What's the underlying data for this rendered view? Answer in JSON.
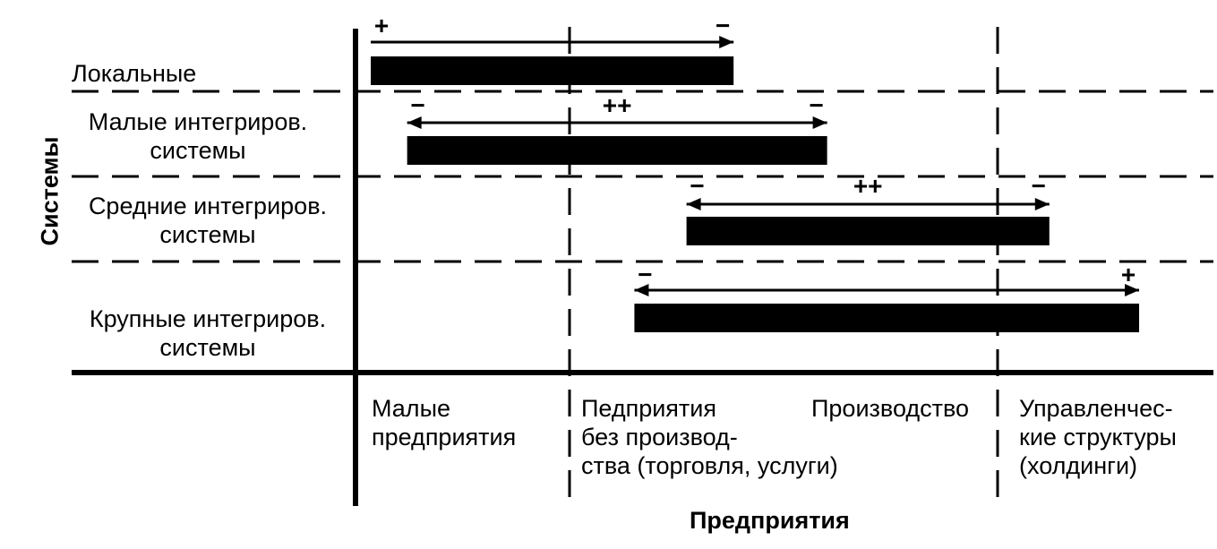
{
  "chart_data": {
    "type": "gantt",
    "ylabel": "Системы",
    "xlabel": "Предприятия",
    "rows": [
      {
        "label_lines": [
          "Локальные"
        ],
        "start": 0.0,
        "end": 0.578,
        "arrow_start": 0.0,
        "arrow_end": 0.578,
        "marks": [
          "+",
          "−"
        ]
      },
      {
        "label_lines": [
          "Малые интегриров.",
          "системы"
        ],
        "start": 0.058,
        "end": 0.727,
        "arrow_start": 0.058,
        "arrow_end": 0.727,
        "marks": [
          "−",
          "++",
          "−"
        ]
      },
      {
        "label_lines": [
          "Средние интегриров.",
          "системы"
        ],
        "start": 0.503,
        "end": 1.081,
        "arrow_start": 0.503,
        "arrow_end": 1.081,
        "marks": [
          "−",
          "++",
          "−"
        ]
      },
      {
        "label_lines": [
          "Крупные интегриров.",
          "системы"
        ],
        "start": 0.42,
        "end": 1.224,
        "arrow_start": 0.42,
        "arrow_end": 1.224,
        "marks": [
          "−",
          "+"
        ]
      }
    ],
    "categories": [
      {
        "lines": [
          "Малые",
          "предприятия"
        ]
      },
      {
        "lines": [
          "Педприятия",
          "без производ-",
          "ства (торговля, услуги)"
        ],
        "extra": "Производство"
      },
      {
        "lines": [
          "Управленчес-",
          "кие структуры",
          "(холдинги)"
        ]
      }
    ]
  }
}
